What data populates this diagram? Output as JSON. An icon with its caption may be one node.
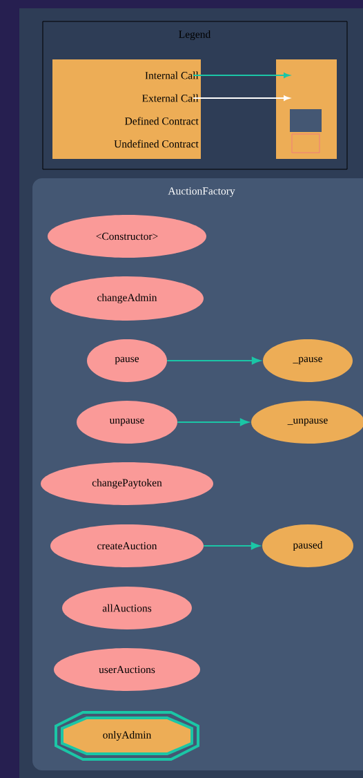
{
  "diagram": {
    "nodes": [
      {
        "text": [
          "Legend"
        ]
      },
      {
        "text": [
          "AuctionFactory"
        ]
      },
      {
        "text": [
          "<Constructor>"
        ],
        "in": 1
      },
      {
        "text": [
          "changeAdmin"
        ],
        "in": 1
      },
      {
        "text": [
          "pause"
        ],
        "in": 1
      },
      {
        "text": [
          "_pause"
        ],
        "in": 1
      },
      {
        "text": [
          "unpause"
        ],
        "in": 1
      },
      {
        "text": [
          "_unpause"
        ],
        "in": 1
      },
      {
        "text": [
          "changePaytoken"
        ],
        "in": 1
      },
      {
        "text": [
          "createAuction"
        ],
        "in": 1
      },
      {
        "text": [
          "paused"
        ],
        "in": 1
      },
      {
        "text": [
          "allAuctions"
        ],
        "in": 1
      },
      {
        "text": [
          "userAuctions"
        ],
        "in": 1
      },
      {
        "text": [
          "onlyAdmin"
        ],
        "in": 1
      }
    ],
    "edges": [
      {
        "from": 4,
        "to": 5,
        "arrow": "to"
      },
      {
        "from": 6,
        "to": 7,
        "arrow": "to"
      },
      {
        "from": 9,
        "to": 10,
        "arrow": "to"
      }
    ],
    "legend": [
      {
        "text": "Internal Call"
      },
      {
        "text": "External Call"
      },
      {
        "text": "Defined Contract",
        "color": "#445773"
      },
      {
        "text": "Undefined Contract"
      }
    ]
  }
}
